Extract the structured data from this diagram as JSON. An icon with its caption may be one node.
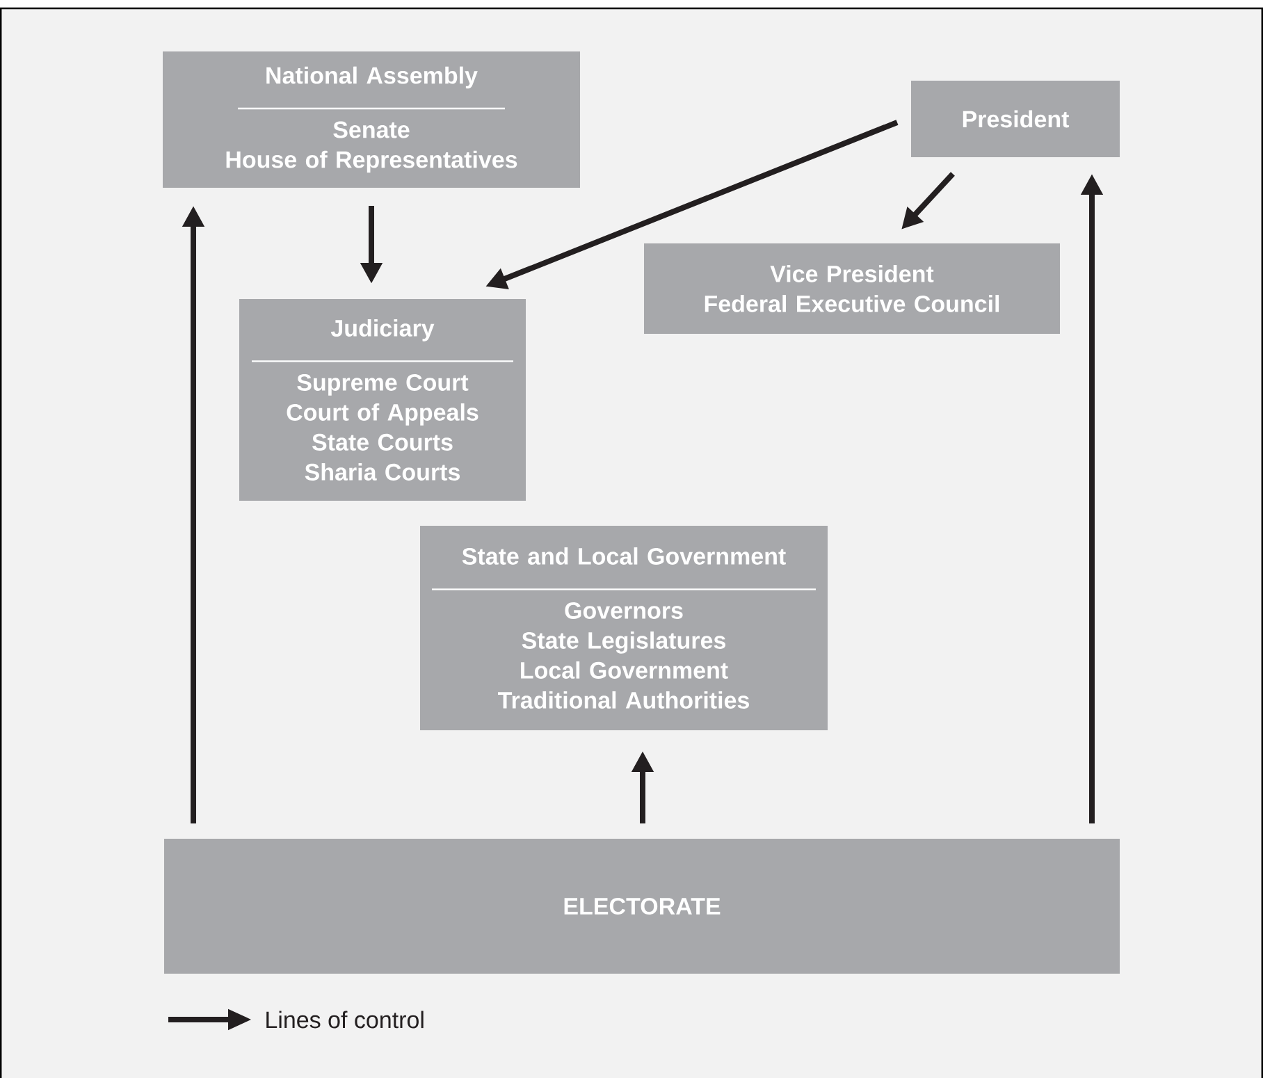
{
  "diagram": {
    "nodes": [
      {
        "text": [
          "National Assembly",
          "Senate",
          "House of Representatives"
        ]
      },
      {
        "text": [
          "President"
        ]
      },
      {
        "text": [
          "Judiciary",
          "Supreme Court",
          "Court of Appeals",
          "State Courts",
          "Sharia Courts"
        ]
      },
      {
        "text": [
          "Vice President",
          "Federal Executive Council"
        ]
      },
      {
        "text": [
          "State and Local Government",
          "Governors",
          "State Legislatures",
          "Local Government",
          "Traditional Authorities"
        ]
      },
      {
        "text": [
          "ELECTORATE"
        ]
      }
    ],
    "edges": [
      {
        "from": 0,
        "to": 2,
        "arrow": "to"
      },
      {
        "from": 1,
        "to": 2,
        "arrow": "to"
      },
      {
        "from": 1,
        "to": 3,
        "arrow": "to"
      },
      {
        "from": 5,
        "to": 0,
        "arrow": "to"
      },
      {
        "from": 5,
        "to": 4,
        "arrow": "to"
      },
      {
        "from": 5,
        "to": 1,
        "arrow": "to"
      }
    ],
    "legend": [
      {
        "text": "Lines of control"
      }
    ]
  }
}
